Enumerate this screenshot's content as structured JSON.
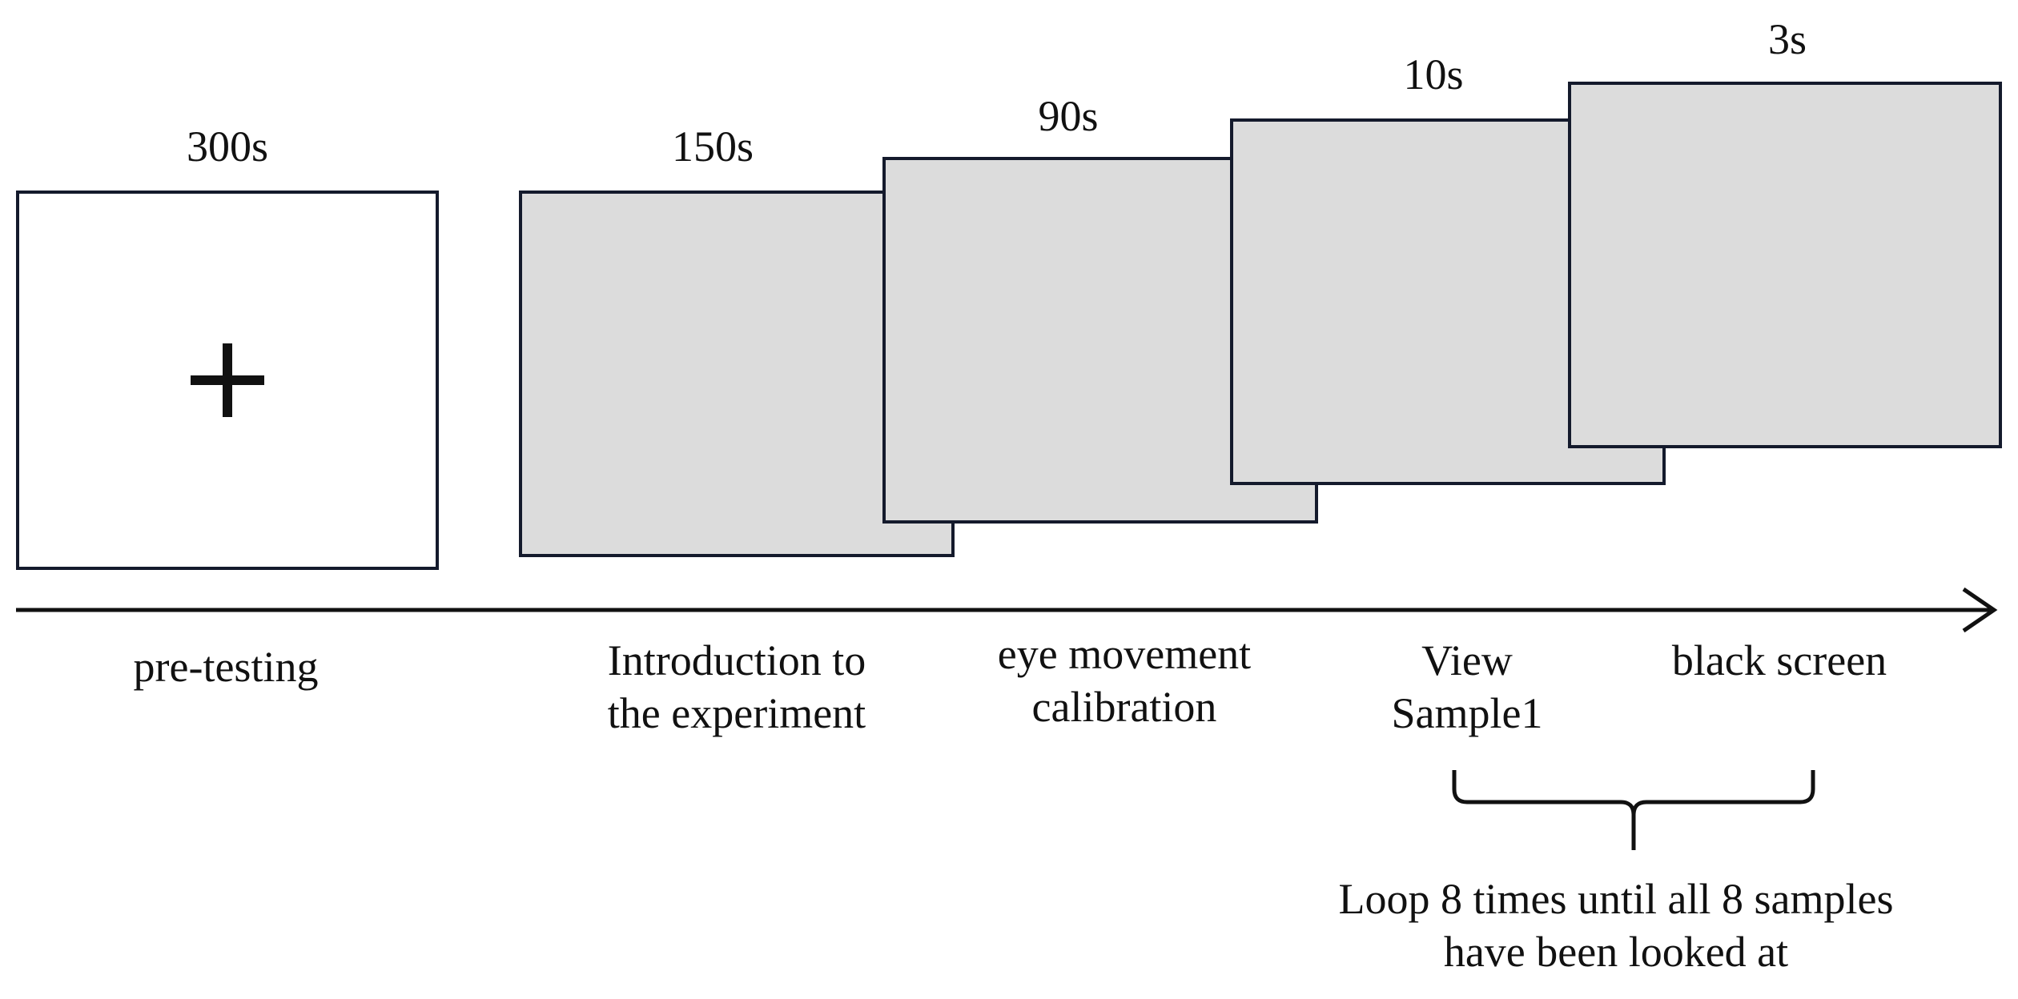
{
  "stages": [
    {
      "id": "pre-testing",
      "duration": "300s",
      "label": "pre-testing",
      "screen": "fixation-cross"
    },
    {
      "id": "introduction",
      "duration": "150s",
      "label": "Introduction to\nthe experiment",
      "screen": "gray"
    },
    {
      "id": "calibration",
      "duration": "90s",
      "label": "eye movement\ncalibration",
      "screen": "gray"
    },
    {
      "id": "view-sample",
      "duration": "10s",
      "label": "View\nSample1",
      "screen": "gray"
    },
    {
      "id": "black-screen",
      "duration": "3s",
      "label": "black screen",
      "screen": "gray"
    }
  ],
  "loop": {
    "text": "Loop 8 times until all 8 samples\nhave been looked at"
  },
  "colors": {
    "border": "#141a2c",
    "gray_fill": "#dcdcdc",
    "text": "#111111"
  }
}
